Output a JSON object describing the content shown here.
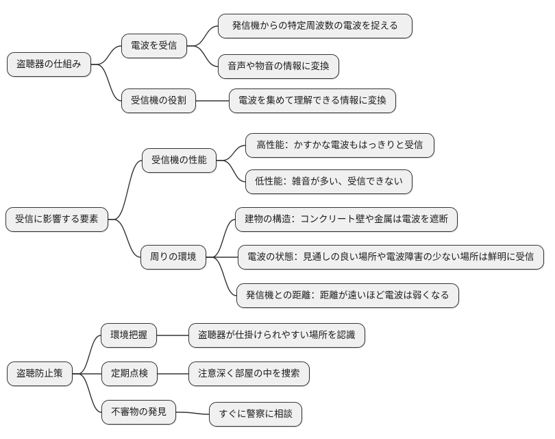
{
  "style": {
    "background": "#ffffff",
    "node_fill": "#f0f0f0",
    "node_border": "#333333",
    "node_text": "#1a1a1a",
    "edge_color": "#333333"
  },
  "nodes": {
    "m1": {
      "label": "盗聴器の仕組み",
      "parent": null
    },
    "m1a": {
      "label": "電波を受信",
      "parent": "m1"
    },
    "m1a1": {
      "label": "発信機からの特定周波数の電波を捉える",
      "parent": "m1a"
    },
    "m1a2": {
      "label": "音声や物音の情報に変換",
      "parent": "m1a"
    },
    "m1b": {
      "label": "受信機の役割",
      "parent": "m1"
    },
    "m1b1": {
      "label": "電波を集めて理解できる情報に変換",
      "parent": "m1b"
    },
    "m2": {
      "label": "受信に影響する要素",
      "parent": null
    },
    "m2a": {
      "label": "受信機の性能",
      "parent": "m2"
    },
    "m2a1": {
      "label": "高性能：かすかな電波もはっきりと受信",
      "parent": "m2a"
    },
    "m2a2": {
      "label": "低性能：雑音が多い、受信できない",
      "parent": "m2a"
    },
    "m2b": {
      "label": "周りの環境",
      "parent": "m2"
    },
    "m2b1": {
      "label": "建物の構造：コンクリート壁や金属は電波を遮断",
      "parent": "m2b"
    },
    "m2b2": {
      "label": "電波の状態：見通しの良い場所や電波障害の少ない場所は鮮明に受信",
      "parent": "m2b"
    },
    "m2b3": {
      "label": "発信機との距離：距離が遠いほど電波は弱くなる",
      "parent": "m2b"
    },
    "m3": {
      "label": "盗聴防止策",
      "parent": null
    },
    "m3a": {
      "label": "環境把握",
      "parent": "m3"
    },
    "m3a1": {
      "label": "盗聴器が仕掛けられやすい場所を認識",
      "parent": "m3a"
    },
    "m3b": {
      "label": "定期点検",
      "parent": "m3"
    },
    "m3b1": {
      "label": "注意深く部屋の中を捜索",
      "parent": "m3b"
    },
    "m3c": {
      "label": "不審物の発見",
      "parent": "m3"
    },
    "m3c1": {
      "label": "すぐに警察に相談",
      "parent": "m3c"
    }
  }
}
